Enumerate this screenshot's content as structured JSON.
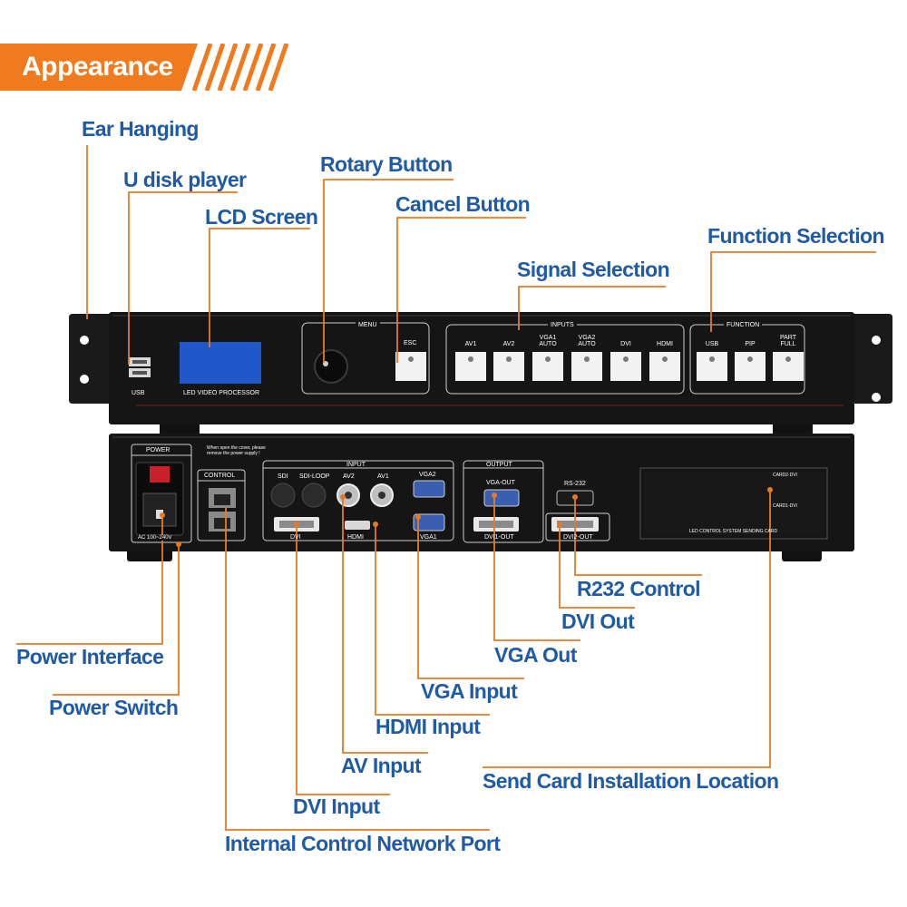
{
  "header": {
    "title": "Appearance"
  },
  "labels": {
    "ear_hanging": "Ear Hanging",
    "u_disk_player": "U disk player",
    "lcd_screen": "LCD Screen",
    "rotary_button": "Rotary Button",
    "cancel_button": "Cancel Button",
    "signal_selection": "Signal Selection",
    "function_selection": "Function Selection",
    "r232_control": "R232 Control",
    "dvi_out": "DVI Out",
    "vga_out": "VGA Out",
    "vga_input": "VGA Input",
    "hdmi_input": "HDMI Input",
    "av_input": "AV Input",
    "dvi_input": "DVI Input",
    "internal_control_network_port": "Internal Control Network Port",
    "send_card_installation_location": "Send Card Installation Location",
    "power_interface": "Power Interface",
    "power_switch": "Power Switch"
  },
  "front_panel": {
    "usb": "USB",
    "lcd_caption": "LED VIDEO PROCESSOR",
    "menu": "MENU",
    "esc": "ESC",
    "inputs_title": "INPUTS",
    "inputs": [
      "AV1",
      "AV2",
      "VGA1\nAUTO",
      "VGA2\nAUTO",
      "DVI",
      "HDMI"
    ],
    "function_title": "FUNCTION",
    "functions": [
      "USB",
      "PIP",
      "PART\nFULL"
    ]
  },
  "rear_panel": {
    "power": "POWER",
    "ac": "AC 100~240V",
    "control": "CONTROL",
    "warning": "When open the cover, please remove the power supply !",
    "input_title": "INPUT",
    "sdi": "SDI",
    "sdi_loop": "SDI-LOOP",
    "av2": "AV2",
    "av1": "AV1",
    "vga2": "VGA2",
    "dvi": "DVI",
    "hdmi": "HDMI",
    "vga1": "VGA1",
    "output_title": "OUTPUT",
    "vga_out": "VGA-OUT",
    "rs232": "RS-232",
    "dvi1_out": "DVI1-OUT",
    "dvi2_out": "DVI2-OUT",
    "card2_dvi": "CARD2-DVI",
    "card1_dvi": "CARD1-DVI",
    "led_control_caption": "LED CONTROL SYSTEM SENDING CARD"
  },
  "colors": {
    "banner_orange": "#f07a1e",
    "label_blue": "#1f5aa6",
    "leader_orange": "#e67a22",
    "device_black": "#151515"
  }
}
